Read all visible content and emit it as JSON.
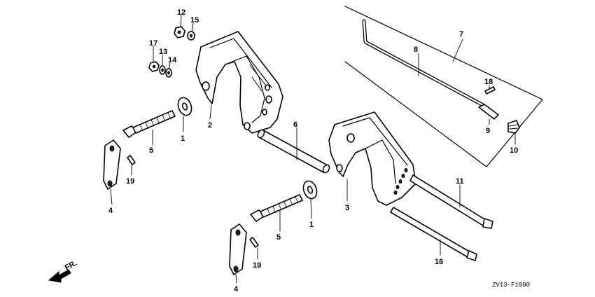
{
  "labels": {
    "l1a": "1",
    "l1b": "1",
    "l2": "2",
    "l3": "3",
    "l4a": "4",
    "l4b": "4",
    "l5a": "5",
    "l5b": "5",
    "l6": "6",
    "l7": "7",
    "l8": "8",
    "l9": "9",
    "l10": "10",
    "l11": "11",
    "l12": "12",
    "l13": "13",
    "l14": "14",
    "l15": "15",
    "l16": "16",
    "l17": "17",
    "l18": "18",
    "l19a": "19",
    "l19b": "19"
  },
  "front_marker": "FR.",
  "diagram_code": "ZV13-F1000"
}
